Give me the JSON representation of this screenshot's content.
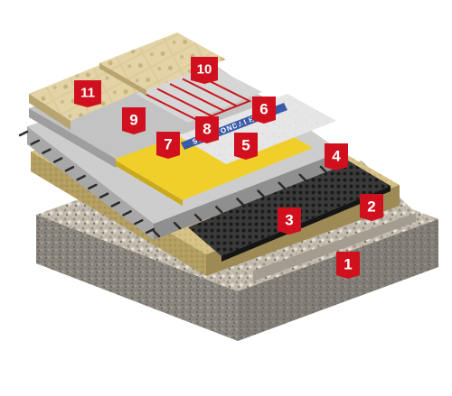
{
  "colors": {
    "marker": "#d0101e",
    "marker_text": "#ffffff",
    "gravel_top": "#c9c1b5",
    "gravel_side": "#8c8780",
    "sand_top": "#d8c487",
    "sand_side": "#b9a46a",
    "mat": "#2a2a2a",
    "concrete_top": "#cfcfcf",
    "concrete_side": "#a9a9a9",
    "membrane": "#f2d22e",
    "board": "#e4e4e4",
    "tile": "#d9c89a",
    "heating_cable": "#c8161d",
    "membrane_band": "#3a5aa8"
  },
  "membrane_print": {
    "brand": "SWEETONDALE",
    "product": "FLEX"
  },
  "markers": [
    {
      "id": "marker-1",
      "label": "1"
    },
    {
      "id": "marker-2",
      "label": "2"
    },
    {
      "id": "marker-3",
      "label": "3"
    },
    {
      "id": "marker-4",
      "label": "4"
    },
    {
      "id": "marker-5",
      "label": "5"
    },
    {
      "id": "marker-6",
      "label": "6"
    },
    {
      "id": "marker-7",
      "label": "7"
    },
    {
      "id": "marker-8",
      "label": "8"
    },
    {
      "id": "marker-9",
      "label": "9"
    },
    {
      "id": "marker-10",
      "label": "10"
    },
    {
      "id": "marker-11",
      "label": "11"
    }
  ]
}
